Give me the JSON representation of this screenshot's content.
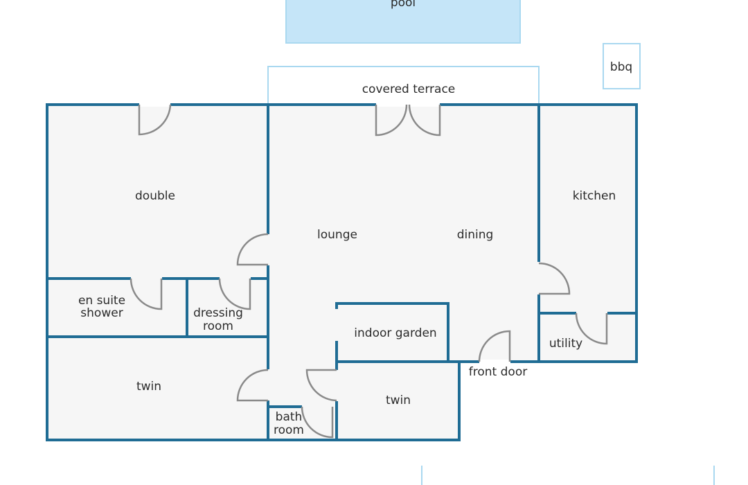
{
  "labels": {
    "pool": "pool",
    "bbq": "bbq",
    "covered_terrace": "covered terrace",
    "double": "double",
    "lounge": "lounge",
    "dining": "dining",
    "kitchen": "kitchen",
    "en_suite_1": "en suite",
    "en_suite_2": "shower",
    "dressing_1": "dressing",
    "dressing_2": "room",
    "indoor_garden": "indoor garden",
    "utility": "utility",
    "front_door": "front door",
    "twin_left": "twin",
    "twin_right": "twin",
    "bath_1": "bath",
    "bath_2": "room"
  },
  "colors": {
    "wall": "#1f6c94",
    "floor": "#f6f6f6",
    "pool": "#c5e5f8",
    "outdoor_outline": "#a9d8f0",
    "door": "#8a8a8a",
    "text": "#2b2b2b"
  }
}
